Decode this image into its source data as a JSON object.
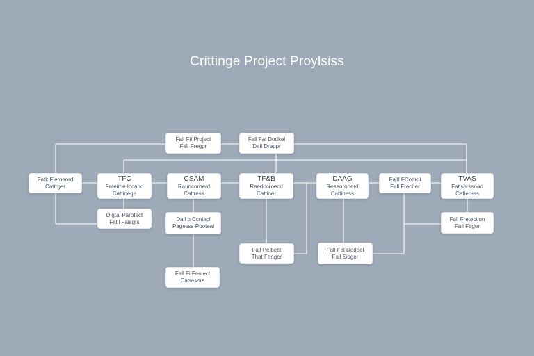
{
  "title": "Crittinge Project Proylsiss",
  "colors": {
    "background": "#9eaab7",
    "box": "#ffffff",
    "connector": "#ffffff",
    "text": "#4a5563"
  },
  "nodes": {
    "n1": {
      "lines": [
        "Fall Fil Project",
        "Fall Fregpr"
      ]
    },
    "n2": {
      "lines": [
        "Fall Fal Dodkel",
        "Dall Dreppr"
      ]
    },
    "n3": {
      "lines": [
        "Fatk Fiemeord",
        "Cattrger"
      ]
    },
    "n4": {
      "heading": "TFC",
      "lines": [
        "Fateime Iccand",
        "Cattioege"
      ]
    },
    "n5": {
      "heading": "CSAM",
      "lines": [
        "Rauncoroerd",
        "Cattress"
      ]
    },
    "n6": {
      "heading": "TF&B",
      "lines": [
        "Raedcoroecd",
        "Cattioer"
      ]
    },
    "n7": {
      "heading": "DAAG",
      "lines": [
        "Reseoronerd",
        "Cattiness"
      ]
    },
    "n8": {
      "lines": [
        "Fajfl FCottrol",
        "Fall Frecher"
      ]
    },
    "n9": {
      "heading": "TVAS",
      "lines": [
        "Fatisorssoad",
        "Catieress"
      ]
    },
    "n10": {
      "lines": [
        "Digtal Parotect",
        "Fatil Faisgrs"
      ]
    },
    "n11": {
      "lines": [
        "Dall b Ccntacl",
        "Pagesss Pooteal"
      ]
    },
    "n12": {
      "lines": [
        "Fall Pelbect",
        "That Fenger"
      ]
    },
    "n13": {
      "lines": [
        "Fall Fal Dodbel",
        "Fall Sisger"
      ]
    },
    "n14": {
      "lines": [
        "Fall Fretectlon",
        "Fall Feger"
      ]
    },
    "n15": {
      "lines": [
        "Fall Fi Feolect",
        "Catresors"
      ]
    }
  }
}
